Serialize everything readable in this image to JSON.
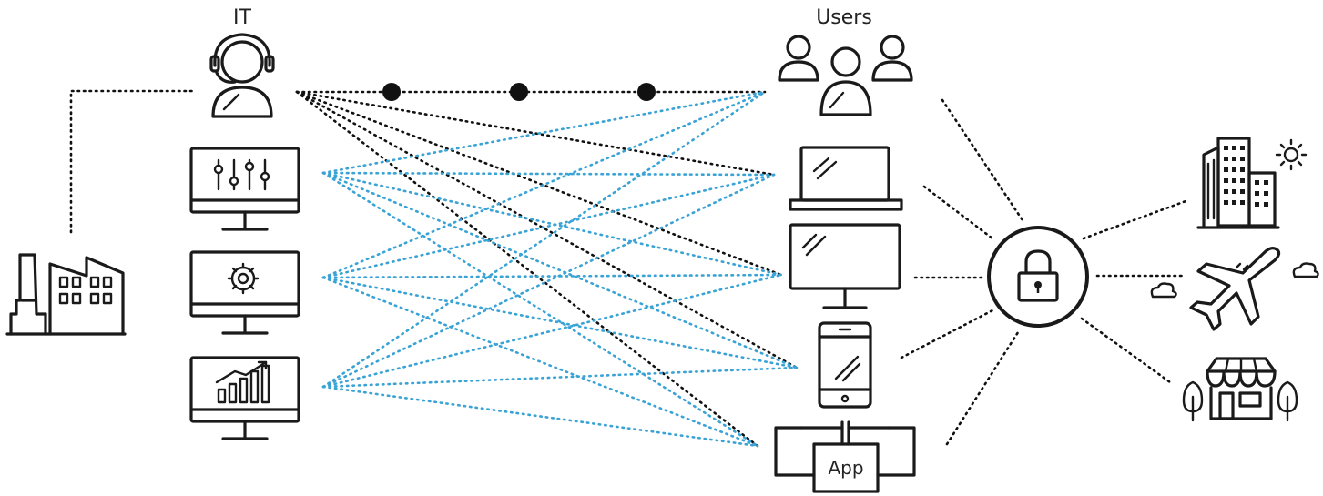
{
  "labels": {
    "it": "IT",
    "users": "Users",
    "app": "App"
  },
  "colors": {
    "black_dots": "#111111",
    "blue_dots": "#3aa3d6",
    "stroke": "#1a1a1a"
  },
  "icons": [
    "factory-icon",
    "it-support-headset-icon",
    "users-group-icon",
    "sliders-monitor-icon",
    "settings-monitor-icon",
    "analytics-monitor-icon",
    "laptop-icon",
    "desktop-monitor-icon",
    "smartphone-icon",
    "app-module-icon",
    "padlock-icon",
    "office-building-icon",
    "sun-icon",
    "airplane-icon",
    "cloud-icon",
    "store-icon",
    "tree-icon"
  ]
}
